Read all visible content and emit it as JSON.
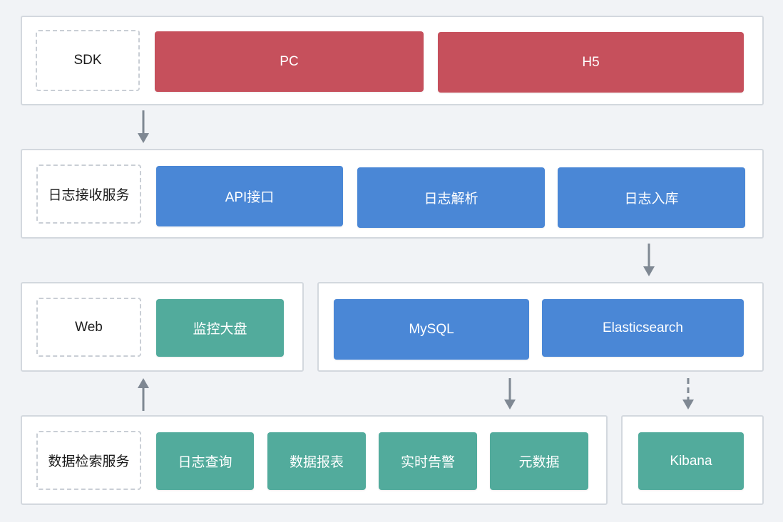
{
  "colors": {
    "red": "#c6505c",
    "blue": "#4a87d6",
    "green": "#52ab9c",
    "arrow": "#7f8893",
    "panel_border": "#d3d8de"
  },
  "sdk_layer": {
    "label": "SDK",
    "items": [
      "PC",
      "H5"
    ]
  },
  "log_service": {
    "label": "日志接收服务",
    "items": [
      "API接口",
      "日志解析",
      "日志入库"
    ]
  },
  "web_layer": {
    "label": "Web",
    "items": [
      "监控大盘"
    ]
  },
  "storage_layer": {
    "items": [
      "MySQL",
      "Elasticsearch"
    ]
  },
  "search_service": {
    "label": "数据检索服务",
    "items": [
      "日志查询",
      "数据报表",
      "实时告警",
      "元数据"
    ]
  },
  "kibana_layer": {
    "items": [
      "Kibana"
    ]
  }
}
